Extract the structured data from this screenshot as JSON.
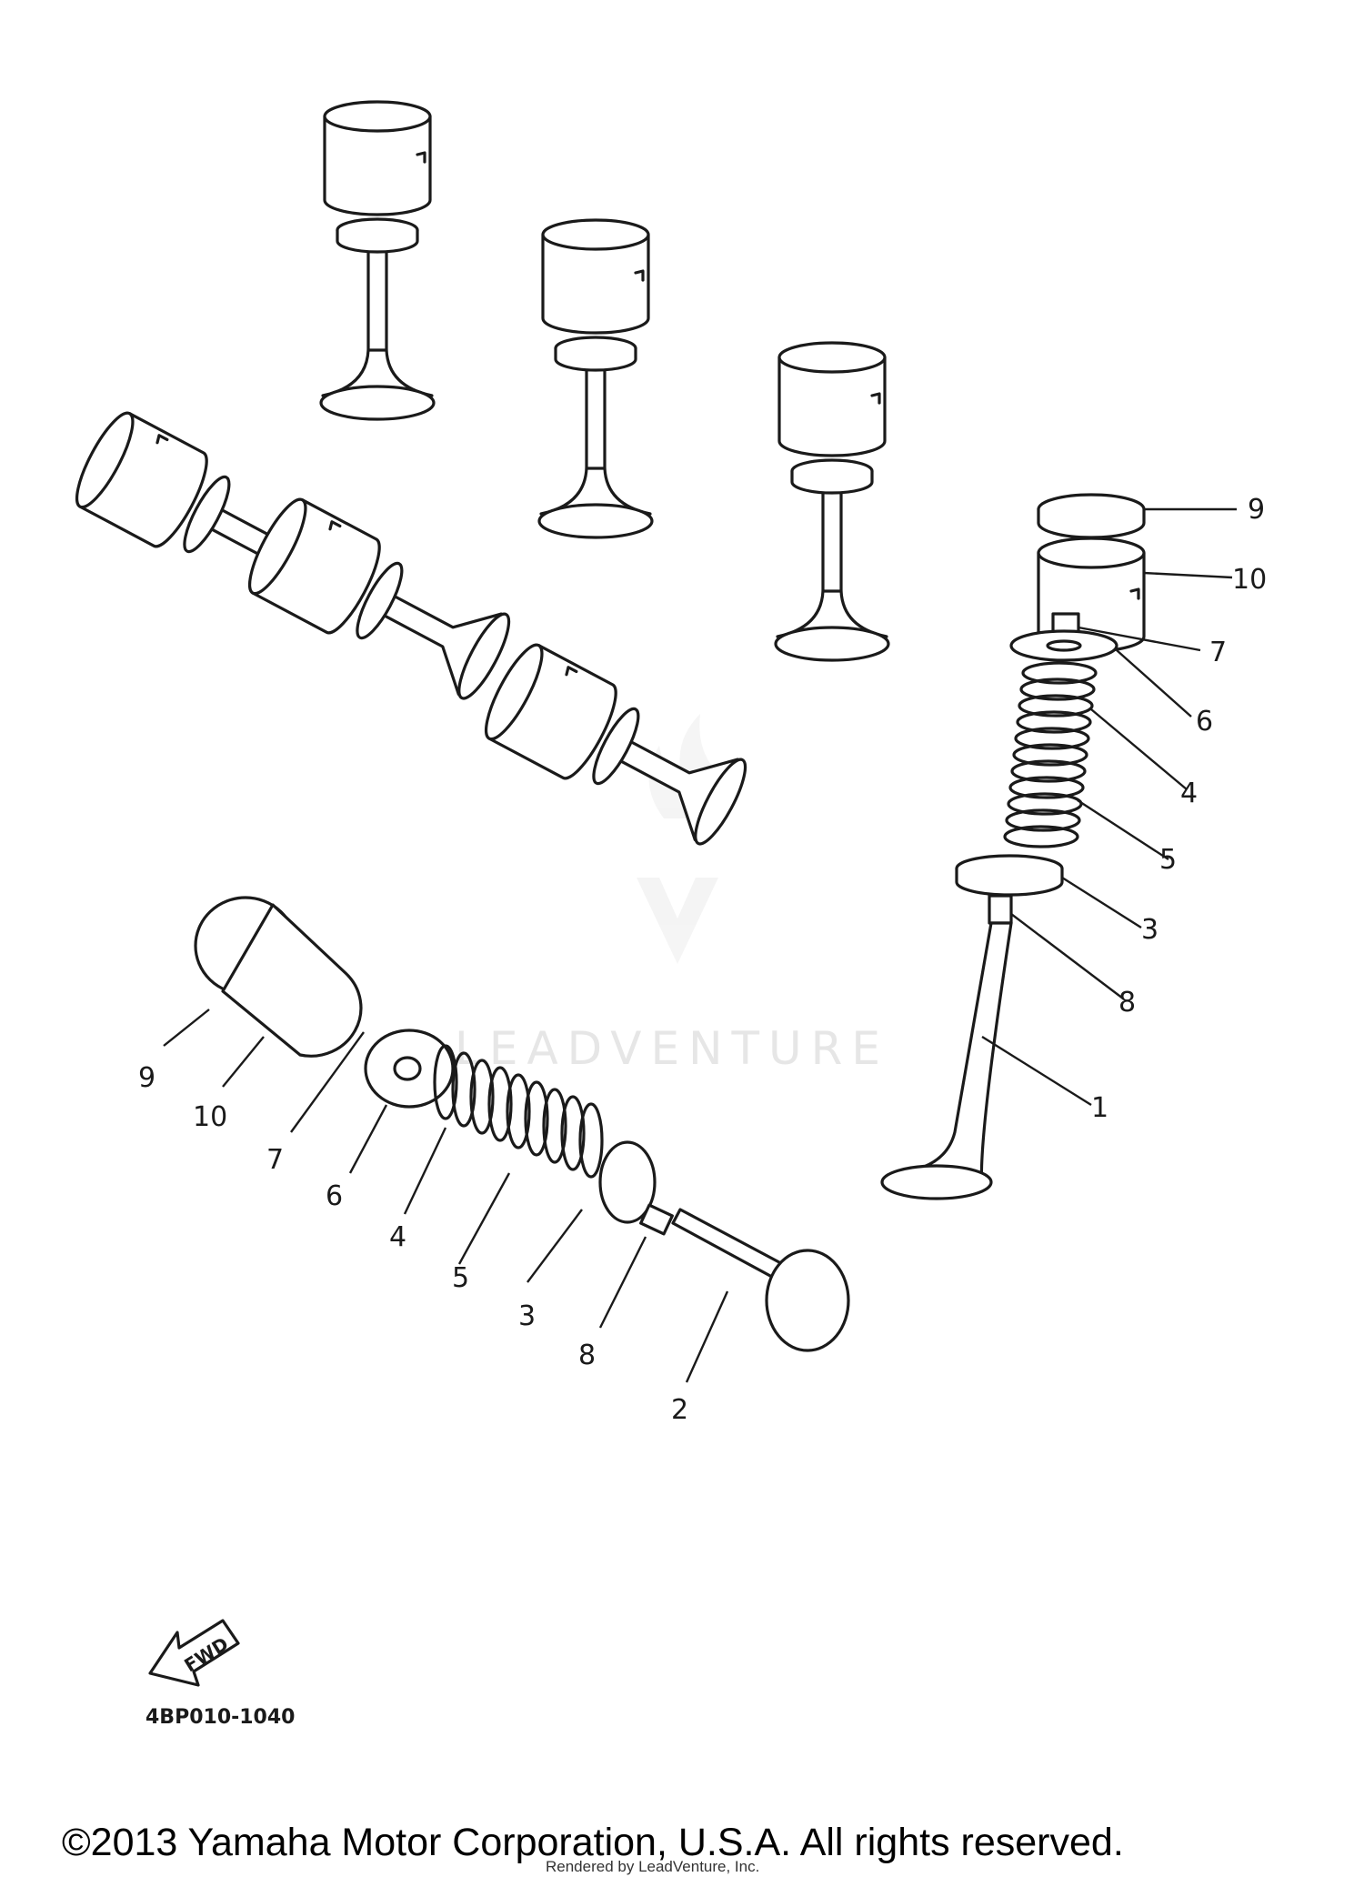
{
  "diagram": {
    "part_code": "4BP010-1040",
    "direction_label": "FWD",
    "watermark": "LEADVENTURE",
    "copyright": "©2013 Yamaha Motor Corporation, U.S.A. All rights reserved.",
    "rendered_by": "Rendered by LeadVenture, Inc.",
    "callouts_right": [
      "9",
      "10",
      "7",
      "6",
      "4",
      "5",
      "3",
      "8",
      "1"
    ],
    "callouts_left": [
      "9",
      "10",
      "7",
      "6",
      "4",
      "5",
      "3",
      "8",
      "2"
    ]
  }
}
